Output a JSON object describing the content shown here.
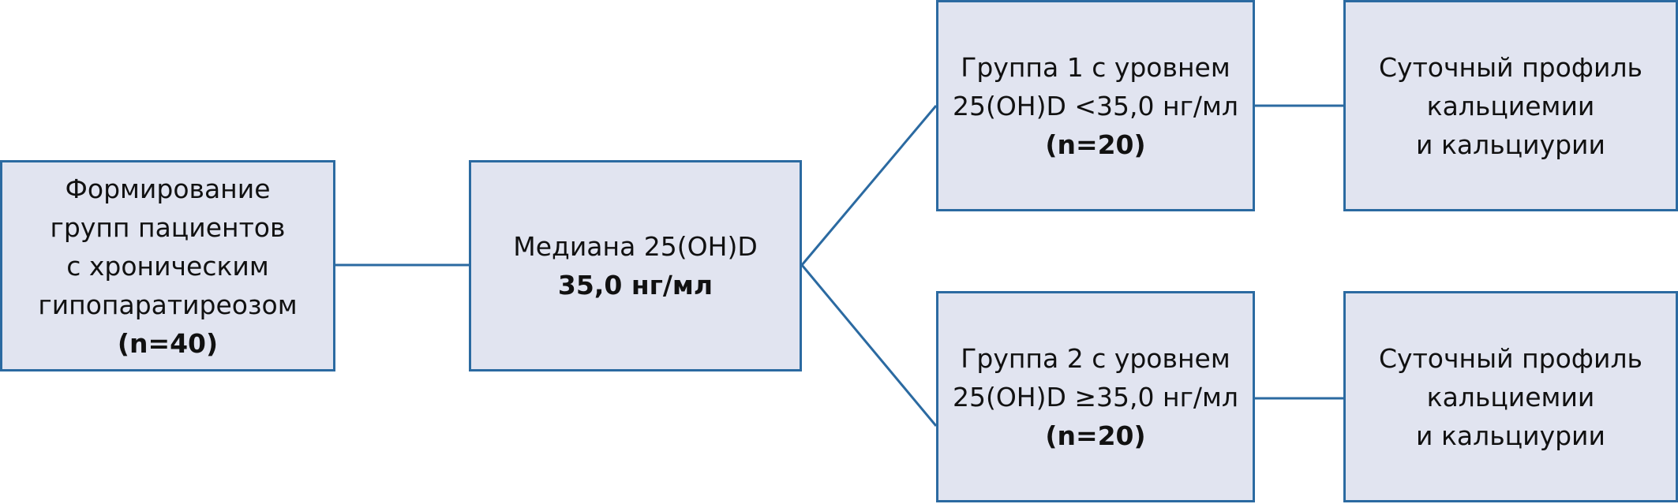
{
  "boxes": {
    "formation": {
      "lines": [
        "Формирование",
        "групп пациентов",
        "с хроническим",
        "гипопаратиреозом"
      ],
      "n": "(n=40)"
    },
    "median": {
      "line1": "Медиана 25(OH)D",
      "value": "35,0 нг/мл"
    },
    "group1": {
      "lines": [
        "Группа 1 с уровнем",
        "25(OH)D <35,0 нг/мл"
      ],
      "n": "(n=20)"
    },
    "group2": {
      "lines": [
        "Группа 2 с уровнем",
        "25(OH)D ≥35,0 нг/мл"
      ],
      "n": "(n=20)"
    },
    "profile1": {
      "lines": [
        "Суточный профиль",
        "кальциемии",
        "и кальциурии"
      ]
    },
    "profile2": {
      "lines": [
        "Суточный профиль",
        "кальциемии",
        "и кальциурии"
      ]
    }
  },
  "colors": {
    "fill": "#e1e4f0",
    "stroke": "#2b6aa1"
  }
}
